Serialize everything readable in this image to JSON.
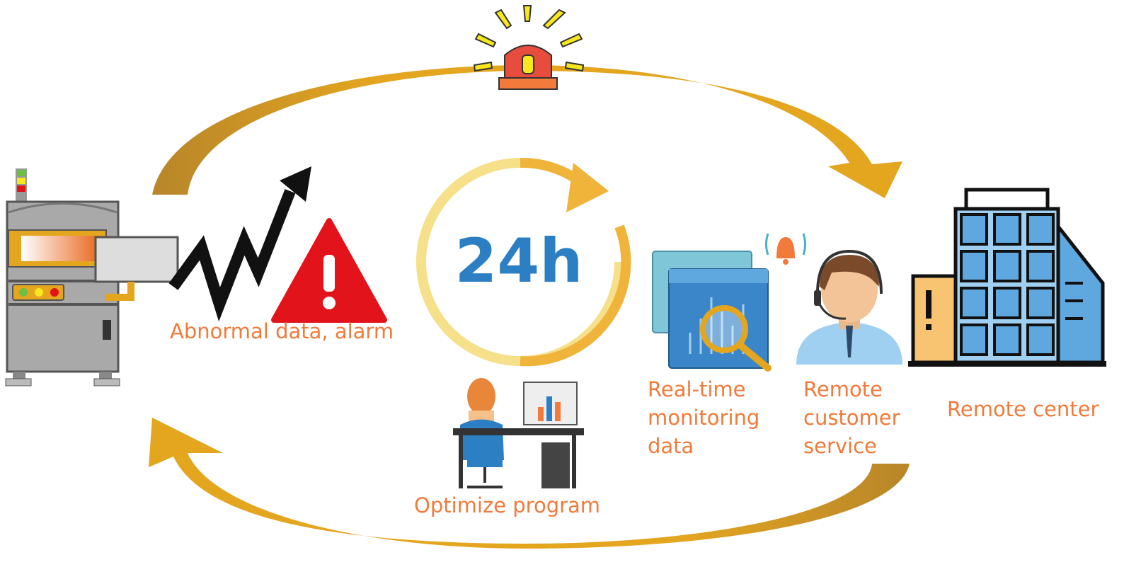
{
  "labels": {
    "abnormal": "Abnormal data, alarm",
    "optimize": "Optimize program",
    "realtime": [
      "Real-time",
      "monitoring",
      "data"
    ],
    "customer": [
      "Remote",
      "customer",
      "service"
    ],
    "center": "Remote center",
    "badge_24h": "24h"
  },
  "colors": {
    "arrow": "#E4A51F",
    "arrow_dark": "#B8862A",
    "label": "#F27A3A",
    "alarm_red": "#E3131B",
    "blue": "#2D7FC4"
  },
  "icons": [
    "machine-icon",
    "trend-up-arrow-icon",
    "warning-icon",
    "siren-icon",
    "clock-24h-icon",
    "person-at-computer-icon",
    "monitoring-window-icon",
    "bell-icon",
    "customer-service-agent-icon",
    "office-building-icon"
  ]
}
